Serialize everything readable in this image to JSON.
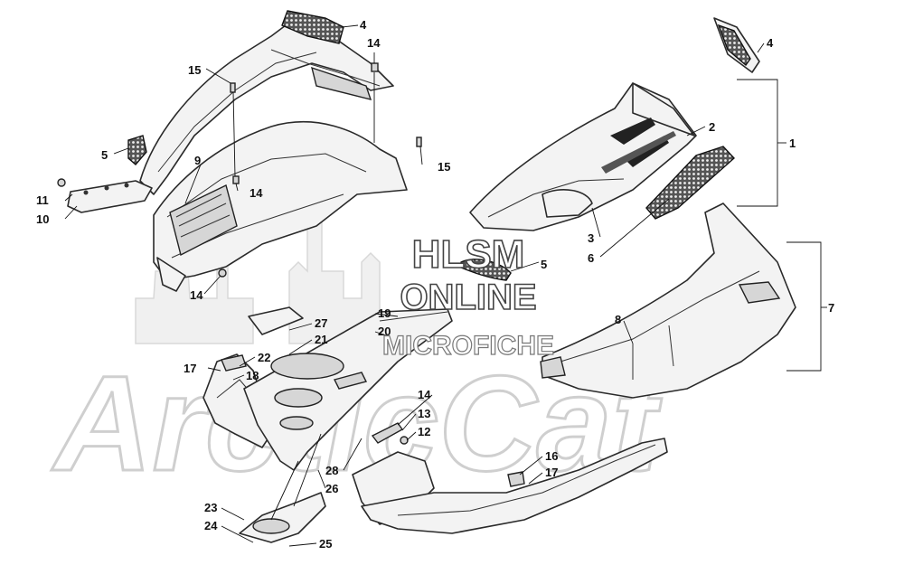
{
  "watermark": {
    "line1": "HLSM",
    "line2": "ONLINE",
    "line3": "MICROFICHE",
    "brand": "ArcticCat"
  },
  "callouts": {
    "c1": "1",
    "c2": "2",
    "c3": "3",
    "c4a": "4",
    "c4b": "4",
    "c5a": "5",
    "c5b": "5",
    "c6": "6",
    "c7": "7",
    "c8": "8",
    "c9": "9",
    "c10": "10",
    "c11": "11",
    "c12": "12",
    "c13": "13",
    "c14a": "14",
    "c14b": "14",
    "c14c": "14",
    "c14d": "14",
    "c15a": "15",
    "c15b": "15",
    "c16": "16",
    "c17a": "17",
    "c17b": "17",
    "c18": "18",
    "c19": "19",
    "c20": "20",
    "c21": "21",
    "c22": "22",
    "c23": "23",
    "c24": "24",
    "c25": "25",
    "c26": "26",
    "c27": "27",
    "c28": "28"
  }
}
